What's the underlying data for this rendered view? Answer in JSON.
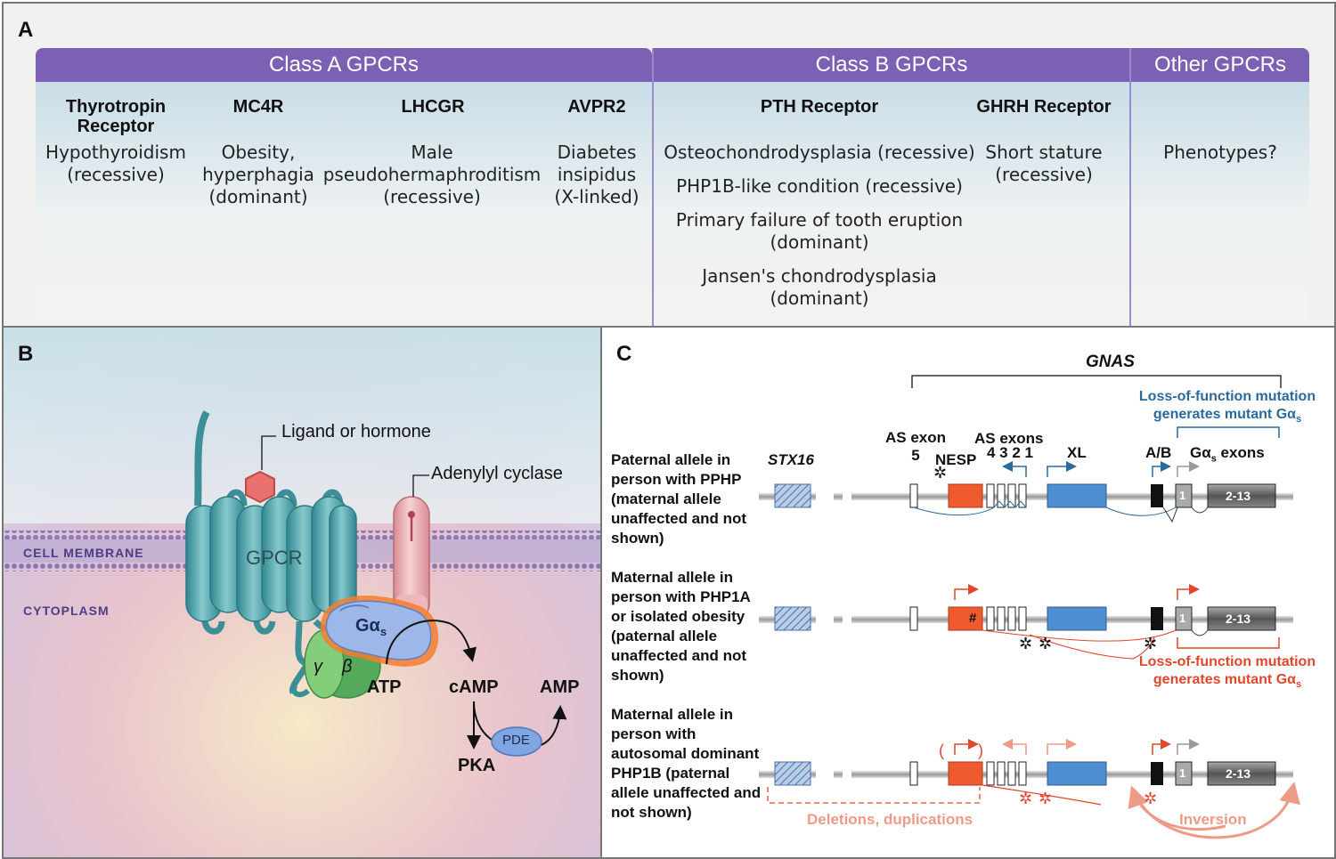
{
  "panel_a": {
    "label": "A",
    "headers": {
      "class_a": "Class A GPCRs",
      "class_b": "Class B GPCRs",
      "other": "Other GPCRs"
    },
    "receptors": [
      {
        "name": "Thyrotropin Receptor",
        "disease": "Hypothyroidism (recessive)"
      },
      {
        "name": "MC4R",
        "disease": "Obesity, hyperphagia (dominant)"
      },
      {
        "name": "LHCGR",
        "disease": "Male pseudohermaphroditism (recessive)"
      },
      {
        "name": "AVPR2",
        "disease": "Diabetes insipidus (X-linked)"
      },
      {
        "name": "PTH Receptor",
        "diseases": [
          "Osteochondrodysplasia (recessive)",
          "PHP1B-like condition (recessive)",
          "Primary failure of tooth eruption (dominant)",
          "Jansen's chondrodysplasia (dominant)"
        ]
      },
      {
        "name": "GHRH Receptor",
        "disease": "Short stature (recessive)"
      },
      {
        "name": "",
        "disease": "Phenotypes?"
      }
    ]
  },
  "panel_b": {
    "label": "B",
    "ligand": "Ligand or hormone",
    "adenylyl_cyclase": "Adenylyl cyclase",
    "gpcr": "GPCR",
    "membrane": "CELL MEMBRANE",
    "cytoplasm": "CYTOPLASM",
    "gas": "Gα",
    "gas_sub": "s",
    "gamma": "γ",
    "beta": "β",
    "atp": "ATP",
    "camp": "cAMP",
    "amp": "AMP",
    "pde": "PDE",
    "pka": "PKA",
    "colors": {
      "gpcr": "#4fa6ad",
      "cyclase": "#e8a3a9",
      "gas": "#9db8e8",
      "gas_glow": "#f07a2a",
      "gbeta": "#5aac5c"
    }
  },
  "panel_c": {
    "label": "C",
    "gnas": "GNAS",
    "loss_top": "Loss-of-function mutation generates mutant Gα",
    "loss_top_sub": "s",
    "loss_mid": "Loss-of-function mutation generates mutant Gα",
    "loss_mid_sub": "s",
    "stx16": "STX16",
    "as_exon5": "AS exon 5",
    "as_exons": "AS exons",
    "as_nums": "4 3 2 1",
    "nesp": "NESP",
    "xl": "XL",
    "ab": "A/B",
    "gas_exons": "Gα",
    "gas_exons_sub": "s",
    "gas_exons_tail": " exons",
    "exon1": "1",
    "exon213": "2-13",
    "hash": "#",
    "row1": "Paternal allele in person with PPHP (maternal allele unaffected and not shown)",
    "row2": "Maternal allele in person with PHP1A or isolated obesity (paternal allele unaffected and not shown)",
    "row3": "Maternal allele in person with autosomal dominant PHP1B (paternal allele unaffected and not shown)",
    "deletions": "Deletions, duplications",
    "inversion": "Inversion",
    "paren_open": "(",
    "paren_close": ")",
    "colors": {
      "blue_text": "#2b6a9e",
      "red_text": "#e0472b",
      "pink_text": "#ee9a86",
      "nesp": "#ef5a2f",
      "xl": "#4d8fd0"
    }
  }
}
